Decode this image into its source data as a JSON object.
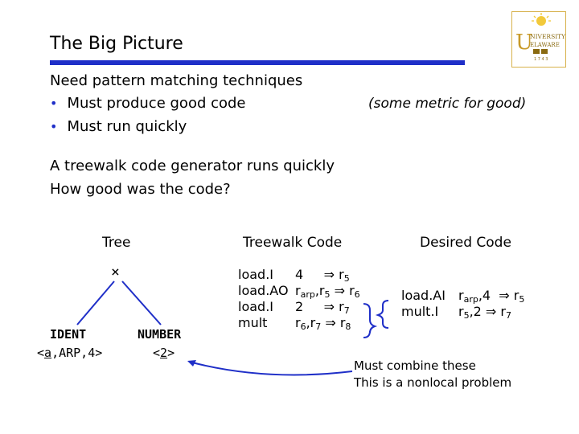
{
  "slide": {
    "title": "The Big Picture",
    "intro": "Need pattern matching techniques",
    "bullets": [
      "Must produce good code",
      "Must run quickly"
    ],
    "note": "(some metric for good)",
    "para1": "A treewalk code generator runs quickly",
    "para2": "How good was the code?"
  },
  "columns": {
    "tree": "Tree",
    "treewalk": "Treewalk Code",
    "desired": "Desired Code"
  },
  "tree": {
    "root": "×",
    "left_label": "IDENT",
    "left_args": "<a,ARP,4>",
    "right_label": "NUMBER",
    "right_args": "<2>"
  },
  "treewalk_code": [
    {
      "op": "load.I",
      "args": "4",
      "dest": "r5"
    },
    {
      "op": "load.AO",
      "args": "rarp,r5",
      "dest": "r6"
    },
    {
      "op": "load.I",
      "args": "2",
      "dest": "r7"
    },
    {
      "op": "mult",
      "args": "r6,r7",
      "dest": "r8"
    }
  ],
  "desired_code": [
    {
      "op": "load.AI",
      "args": "rarp,4",
      "dest": "r5"
    },
    {
      "op": "mult.I",
      "args": "r5,2",
      "dest": "r7"
    }
  ],
  "callout": {
    "line1": "Must combine these",
    "line2": "This is a nonlocal problem"
  },
  "logo": {
    "text": "UNIVERSITY OF DELAWARE",
    "accent": "#d7b14a"
  },
  "colors": {
    "rule": "#1f2fc8",
    "lines": "#1f2fc8"
  }
}
